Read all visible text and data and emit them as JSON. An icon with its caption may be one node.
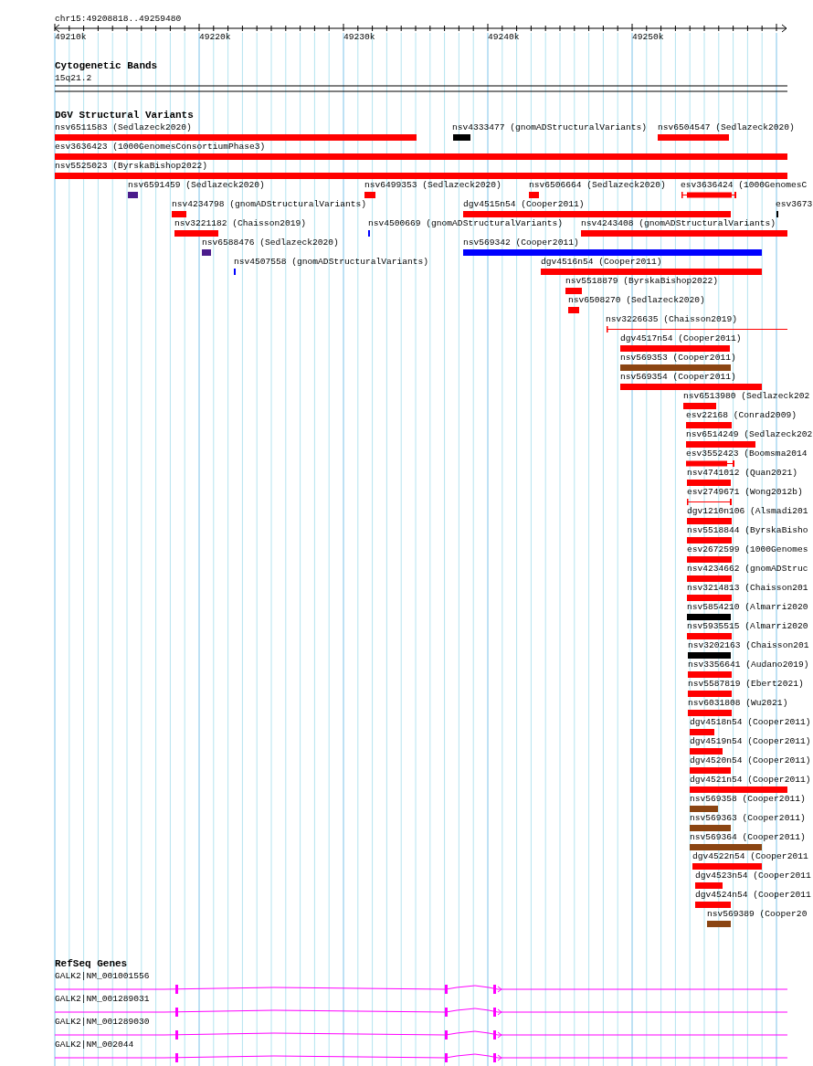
{
  "diagram": {
    "nodes": [
      {
        "text": [
          "nsv6511583 (Sedlazeck2020)"
        ]
      },
      {
        "text": [
          "nsv4333477 (gnomADStructuralVariants)"
        ]
      },
      {
        "text": [
          "nsv6504547 (Sedlazeck2020)"
        ]
      },
      {
        "text": [
          "esv3636423 (1000GenomesConsortiumPhase3)"
        ]
      },
      {
        "text": [
          "nsv5525023 (ByrskaBishop2022)"
        ]
      },
      {
        "text": [
          "nsv6591459 (Sedlazeck2020)"
        ]
      },
      {
        "text": [
          "nsv6499353 (Sedlazeck2020)"
        ]
      },
      {
        "text": [
          "nsv6506664 (Sedlazeck2020)"
        ]
      },
      {
        "text": [
          "esv3636424 (1000GenomesC"
        ]
      },
      {
        "text": [
          "nsv4234798 (gnomADStructuralVariants)"
        ]
      },
      {
        "text": [
          "dgv4515n54 (Cooper2011)"
        ]
      },
      {
        "text": [
          "esv3673"
        ]
      },
      {
        "text": [
          "nsv3221182 (Chaisson2019)"
        ]
      },
      {
        "text": [
          "nsv4500669 (gnomADStructuralVariants)"
        ]
      },
      {
        "text": [
          "nsv4243408 (gnomADStructuralVariants)"
        ]
      },
      {
        "text": [
          "nsv6588476 (Sedlazeck2020)"
        ]
      },
      {
        "text": [
          "nsv569342 (Cooper2011)"
        ]
      },
      {
        "text": [
          "nsv4507558 (gnomADStructuralVariants)"
        ]
      },
      {
        "text": [
          "dgv4516n54 (Cooper2011)"
        ]
      },
      {
        "text": [
          "nsv5518879 (ByrskaBishop2022)"
        ]
      },
      {
        "text": [
          "nsv6508270 (Sedlazeck2020)"
        ]
      },
      {
        "text": [
          "nsv3226635 (Chaisson2019)"
        ]
      },
      {
        "text": [
          "dgv4517n54 (Cooper2011)"
        ]
      },
      {
        "text": [
          "nsv569353 (Cooper2011)"
        ]
      },
      {
        "text": [
          "nsv569354 (Cooper2011)"
        ]
      },
      {
        "text": [
          "nsv6513980 (Sedlazeck202"
        ]
      },
      {
        "text": [
          "esv22168 (Conrad2009)"
        ]
      },
      {
        "text": [
          "nsv6514249 (Sedlazeck202"
        ]
      },
      {
        "text": [
          "esv3552423 (Boomsma2014"
        ]
      },
      {
        "text": [
          "nsv4741012 (Quan2021)"
        ]
      },
      {
        "text": [
          "esv2749671 (Wong2012b)"
        ]
      },
      {
        "text": [
          "dgv1210n106 (Alsmadi201"
        ]
      },
      {
        "text": [
          "nsv5518844 (ByrskaBisho"
        ]
      },
      {
        "text": [
          "esv2672599 (1000Genomes"
        ]
      },
      {
        "text": [
          "nsv4234662 (gnomADStruc"
        ]
      },
      {
        "text": [
          "nsv3214813 (Chaisson201"
        ]
      },
      {
        "text": [
          "nsv5854210 (Almarri2020"
        ]
      },
      {
        "text": [
          "nsv5935515 (Almarri2020"
        ]
      },
      {
        "text": [
          "nsv3202163 (Chaisson201"
        ]
      },
      {
        "text": [
          "nsv3356641 (Audano2019)"
        ]
      },
      {
        "text": [
          "nsv5587819 (Ebert2021)"
        ]
      },
      {
        "text": [
          "nsv6031808 (Wu2021)"
        ]
      },
      {
        "text": [
          "dgv4518n54 (Cooper2011)"
        ]
      },
      {
        "text": [
          "dgv4519n54 (Cooper2011)"
        ]
      },
      {
        "text": [
          "dgv4520n54 (Cooper2011)"
        ]
      },
      {
        "text": [
          "dgv4521n54 (Cooper2011)"
        ]
      },
      {
        "text": [
          "nsv569358 (Cooper2011)"
        ]
      },
      {
        "text": [
          "nsv569363 (Cooper2011)"
        ]
      },
      {
        "text": [
          "nsv569364 (Cooper2011)"
        ]
      },
      {
        "text": [
          "dgv4522n54 (Cooper2011"
        ]
      },
      {
        "text": [
          "dgv4523n54 (Cooper2011"
        ]
      },
      {
        "text": [
          "dgv4524n54 (Cooper2011"
        ]
      },
      {
        "text": [
          "nsv569389 (Cooper20"
        ]
      },
      {
        "text": [
          "GALK2|NM_001001556"
        ]
      },
      {
        "text": [
          "GALK2|NM_001289031"
        ]
      },
      {
        "text": [
          "GALK2|NM_001289030"
        ]
      },
      {
        "text": [
          "GALK2|NM_002044"
        ]
      }
    ],
    "labels": [
      "chr15:49208818..49259480",
      "49210k",
      "49220k",
      "49230k",
      "49240k",
      "49250k",
      "Cytogenetic Bands",
      "15q21.2",
      "DGV Structural Variants",
      "RefSeq Genes"
    ]
  }
}
